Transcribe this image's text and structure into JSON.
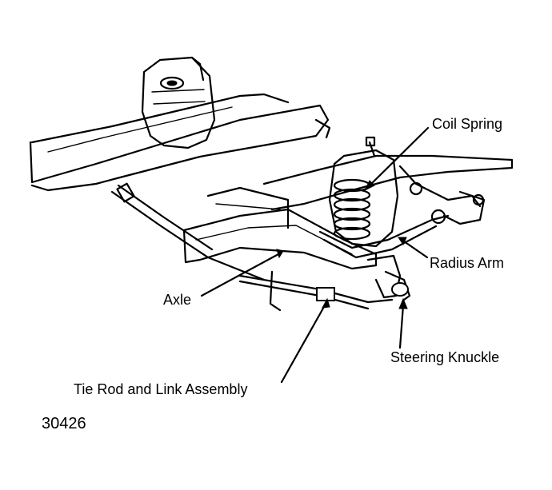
{
  "labels": {
    "coil_spring": "Coil Spring",
    "radius_arm": "Radius Arm",
    "axle": "Axle",
    "steering_knuckle": "Steering Knuckle",
    "tie_rod": "Tie Rod and Link Assembly"
  },
  "figure_number": "30426",
  "colors": {
    "ink": "#000000",
    "paper": "#ffffff"
  }
}
